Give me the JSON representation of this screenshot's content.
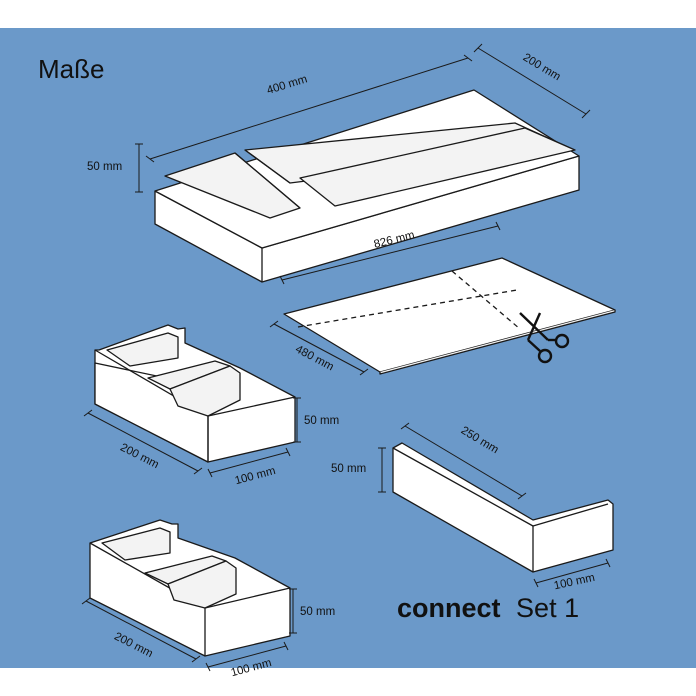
{
  "colors": {
    "background": "#6b99c9",
    "fill": "#ffffff",
    "stroke": "#1a1a1a"
  },
  "title": "Maße",
  "brand": {
    "word": "connect",
    "suffix": "Set 1"
  },
  "tray": {
    "length": "400 mm",
    "width": "200 mm",
    "height": "50 mm"
  },
  "mat": {
    "length": "826 mm",
    "width": "480 mm",
    "scissors_icon": "scissors-icon"
  },
  "module_a": {
    "length": "200 mm",
    "width": "100 mm",
    "height": "50 mm"
  },
  "module_b": {
    "length": "200 mm",
    "width": "100 mm",
    "height": "50 mm"
  },
  "bracket": {
    "length": "250 mm",
    "width": "100 mm",
    "height": "50 mm"
  }
}
